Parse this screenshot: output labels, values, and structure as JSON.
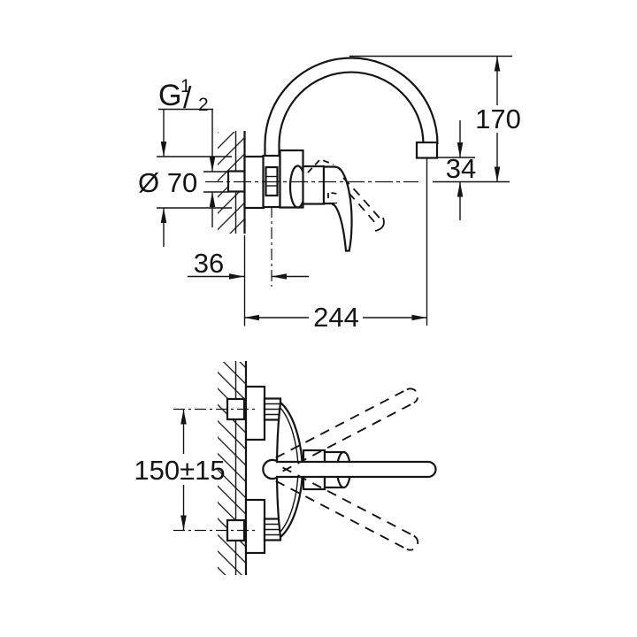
{
  "drawing": {
    "background": "#ffffff",
    "line_color": "#141414"
  },
  "side_view": {
    "thread": {
      "letter": "G",
      "numerator": "1",
      "slash": "/",
      "denominator": "2"
    },
    "escutcheon_diameter": "Ø 70",
    "wall_to_spout_axis": "36",
    "spout_reach": "244",
    "spout_height": "170",
    "outlet_drop": "34"
  },
  "plan_view": {
    "inlet_spacing": "150±15"
  }
}
